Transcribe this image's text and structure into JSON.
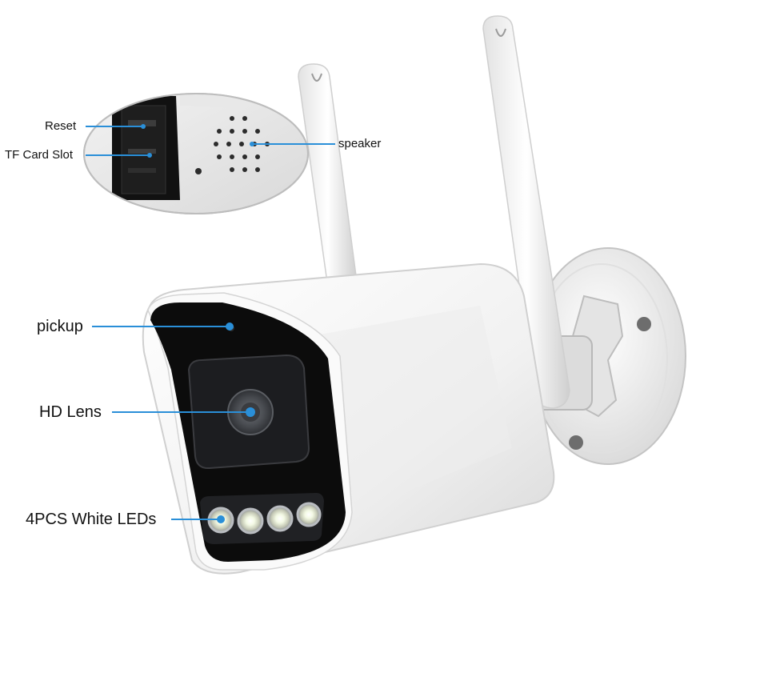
{
  "labels": {
    "reset": "Reset",
    "tf_card_slot": "TF Card Slot",
    "speaker": "speaker",
    "pickup": "pickup",
    "hd_lens": "HD Lens",
    "white_leds": "4PCS White LEDs"
  },
  "colors": {
    "leader_line": "#2a8fd8",
    "body_white": "#f4f4f4",
    "face_black": "#0c0c0c",
    "led_ring": "#b9bcc0"
  }
}
